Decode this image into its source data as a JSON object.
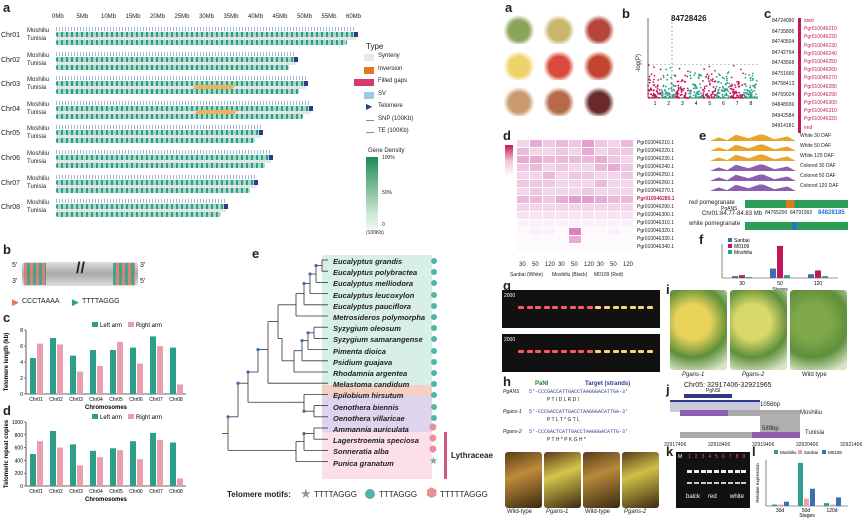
{
  "colors": {
    "teal": "#2e9e8c",
    "pink": "#d0577f",
    "green": "#2a9e57",
    "orange": "#e07a1e",
    "magenta": "#c2185b",
    "navy": "#2b3a8c",
    "lightgreen": "#cfe9d4"
  },
  "panel_a": {
    "label": "a",
    "scale_ticks": [
      "0Mb",
      "5Mb",
      "10Mb",
      "15Mb",
      "20Mb",
      "25Mb",
      "30Mb",
      "35Mb",
      "40Mb",
      "45Mb",
      "50Mb",
      "55Mb",
      "60Mb"
    ],
    "chromosomes": [
      {
        "name": "Chr01",
        "top": "Moshiliu",
        "bottom": "Tunisia"
      },
      {
        "name": "Chr02",
        "top": "Moshiliu",
        "bottom": "Tunisia"
      },
      {
        "name": "Chr03",
        "top": "Moshiliu",
        "bottom": "Tunisia"
      },
      {
        "name": "Chr04",
        "top": "Moshiliu",
        "bottom": "Tunisia"
      },
      {
        "name": "Chr05",
        "top": "Moshiliu",
        "bottom": "Tunisia"
      },
      {
        "name": "Chr06",
        "top": "Moshiliu",
        "bottom": "Tunisia"
      },
      {
        "name": "Chr07",
        "top": "Moshiliu",
        "bottom": "Tunisia"
      },
      {
        "name": "Chr08",
        "top": "Moshiliu",
        "bottom": "Tunisia"
      }
    ],
    "legend": {
      "title": "Type",
      "items": [
        "Synteny",
        "Inversion",
        "Filled gaps",
        "SV",
        "Telomere",
        "SNP (100Kb)",
        "TE (100Kb)"
      ],
      "density_title": "Gene Density",
      "density_ticks": [
        "100%",
        "50%",
        "0",
        "(100Kb)"
      ]
    }
  },
  "panel_b": {
    "label": "b",
    "motif1": "CCCTAAAA",
    "motif2": "TTTTAGGG",
    "end5": "5'",
    "end3": "3'"
  },
  "panel_c": {
    "label": "c",
    "ylabel": "Telomere length (kb)",
    "xlabel": "Chromosomes",
    "legend": [
      "Left arm",
      "Right arm"
    ]
  },
  "panel_d_left": {
    "label": "d",
    "ylabel": "Telomeric repeat copies",
    "xlabel": "Chromosomes",
    "legend": [
      "Left arm",
      "Right arm"
    ]
  },
  "chart_data": [
    {
      "type": "bar",
      "categories": [
        "Chr01",
        "Chr02",
        "Chr03",
        "Chr04",
        "Chr05",
        "Chr06",
        "Chr07",
        "Chr08"
      ],
      "series": [
        {
          "name": "Left arm",
          "values": [
            4.5,
            7,
            4.8,
            5.5,
            5.5,
            5.8,
            7.2,
            5.8
          ]
        },
        {
          "name": "Right arm",
          "values": [
            6.3,
            6.2,
            2.8,
            3.5,
            6.5,
            3.8,
            6,
            1.2
          ]
        }
      ],
      "xlabel": "Chromosomes",
      "ylabel": "Telomere length (kb)",
      "ylim": [
        0,
        8
      ]
    },
    {
      "type": "bar",
      "categories": [
        "Chr01",
        "Chr02",
        "Chr03",
        "Chr04",
        "Chr05",
        "Chr06",
        "Chr07",
        "Chr08"
      ],
      "series": [
        {
          "name": "Left arm",
          "values": [
            500,
            860,
            650,
            550,
            590,
            700,
            830,
            680
          ]
        },
        {
          "name": "Right arm",
          "values": [
            700,
            600,
            320,
            450,
            560,
            420,
            720,
            120
          ]
        }
      ],
      "xlabel": "Chromosomes",
      "ylabel": "Telomeric repeat copies",
      "ylim": [
        0,
        1000
      ]
    }
  ],
  "panel_e": {
    "label": "e",
    "species": [
      "Eucalyptus grandis",
      "Eucalyptus polybractea",
      "Eucalyptus melliodora",
      "Eucalyptus leucoxylon",
      "Eucalyptus pauciflora",
      "Metrosideros polymorpha",
      "Syzygium oleosum",
      "Syzygium samarangense",
      "Pimenta dioica",
      "Psidium guajava",
      "Rhodamnia argentea",
      "Melastoma candidum",
      "Epilobium hirsutum",
      "Oenothera biennis",
      "Oenothera villaricae",
      "Ammannia auriculata",
      "Lagerstroemia speciosa",
      "Sonneratia alba",
      "Punica granatum"
    ],
    "family": "Lythraceae",
    "motif_title": "Telomere motifs:",
    "motifs": [
      "TTTTAGGG",
      "TTTAGGG",
      "TTTTTAGGG"
    ]
  },
  "panel_ra": {
    "label": "a"
  },
  "panel_rb": {
    "label": "b",
    "peak": "84728426",
    "ylabel": "-log(P)",
    "xticks": [
      "1",
      "2",
      "3",
      "4",
      "5",
      "6",
      "7",
      "8"
    ]
  },
  "panel_rc": {
    "label": "c",
    "ids": [
      "84724090",
      "84735806",
      "84740504",
      "84742794",
      "84743568",
      "84751660",
      "84758413",
      "84769024",
      "84848936",
      "84942584",
      "84914181"
    ],
    "genes": [
      "start",
      "Pgr010046210",
      "Pgr010046220",
      "Pgr010046230",
      "Pgr010046240",
      "Pgr010046250",
      "Pgr010046260",
      "Pgr010046270",
      "Pgr010046280",
      "Pgr010046290",
      "Pgr010046300",
      "Pgr010046310",
      "Pgr010046320",
      "end"
    ]
  },
  "panel_rd": {
    "label": "d",
    "genes": [
      "Pgr010046210.1",
      "Pgr010046220.1",
      "Pgr010046230.1",
      "Pgr010046240.1",
      "Pgr010046250.1",
      "Pgr010046260.1",
      "Pgr010046270.1",
      "Pgr010046280.1",
      "Pgr010046290.1",
      "Pgr010046300.1",
      "Pgr010046310.1",
      "Pgr010046320.1",
      "Pgr010046330.1",
      "Pgr010046340.1"
    ],
    "highlight": "Pgr010046280.1",
    "days": [
      "30",
      "50",
      "120",
      "30",
      "50",
      "120",
      "30",
      "50",
      "120"
    ],
    "groups": [
      "Sanbai (White)",
      "Moshiliu (Black)",
      "M0109 (Red)"
    ],
    "scale": [
      "2",
      "1",
      "0",
      "-1",
      "-2"
    ]
  },
  "panel_re": {
    "label": "e",
    "tracks": [
      "White 30 DAF",
      "White 50 DAF",
      "White 120 DAF",
      "Colored 30 DAF",
      "Colored 50 DAF",
      "Colored 120 DAF"
    ],
    "gene": "PgANS",
    "region": "Chr01:84.77-84.83 Mb",
    "pos1": "84765200",
    "pos2": "84791992",
    "pos3": "84828185",
    "red": "red pomegranate",
    "white": "white pomegranate"
  },
  "panel_rf": {
    "label": "f",
    "ylabel": "Relative expression level (Pgr010046280)",
    "legend": [
      "Sanbai",
      "M0109",
      "Moshiliu"
    ],
    "xlabel": "Stages",
    "xticks": [
      "30",
      "50",
      "120"
    ]
  },
  "panel_rg": {
    "label": "g",
    "marker": "2000"
  },
  "panel_rh": {
    "label": "h",
    "site": "PaNI",
    "target": "Target (strands)",
    "rows": [
      {
        "name": "PgANS",
        "seq": "5'-CCCGACCATTGACCTAAGGGACATTGA-3'",
        "aa": "P  T  I  D  L  R  D  I"
      },
      {
        "name": "Pgans-1",
        "seq": "5'-CCCGACCATTGACCTAAGGGACATTGA-3'",
        "aa": "P  T  L  T  *  G  T  L"
      },
      {
        "name": "Pgans-2",
        "seq": "5'-CCCGACTCATTGACCTAAGGGACATTG-3'",
        "aa": "P  T  H  *  P  K  G  H  *"
      }
    ],
    "captions": [
      "Wild-type",
      "Pgans-1",
      "Wild-type",
      "Pgans-2"
    ]
  },
  "panel_ri": {
    "label": "i",
    "captions": [
      "Pgans-1",
      "Pgans-2",
      "Wild type"
    ]
  },
  "panel_rj": {
    "label": "j",
    "title": "Chr05: 32917406-32921965",
    "gene": "PgNSI",
    "len1": "1056bp",
    "len2": "589bp",
    "sample1": "Moshiliu",
    "sample2": "Tunisia",
    "ticks": [
      "32917406",
      "32918406",
      "32919406",
      "32920406",
      "32921406"
    ]
  },
  "panel_rk": {
    "label": "k",
    "groups": [
      "balck",
      "red",
      "white"
    ],
    "lanes": [
      "1",
      "2",
      "3",
      "4",
      "5",
      "6",
      "7",
      "8",
      "9"
    ],
    "marker": "M"
  },
  "panel_rl": {
    "label": "l",
    "legend": [
      "Moshiliu",
      "Sanbai",
      "M0109"
    ],
    "xlabel": "Stages",
    "xticks": [
      "30d",
      "50d",
      "120d"
    ],
    "ylabel": "Relative expression"
  }
}
